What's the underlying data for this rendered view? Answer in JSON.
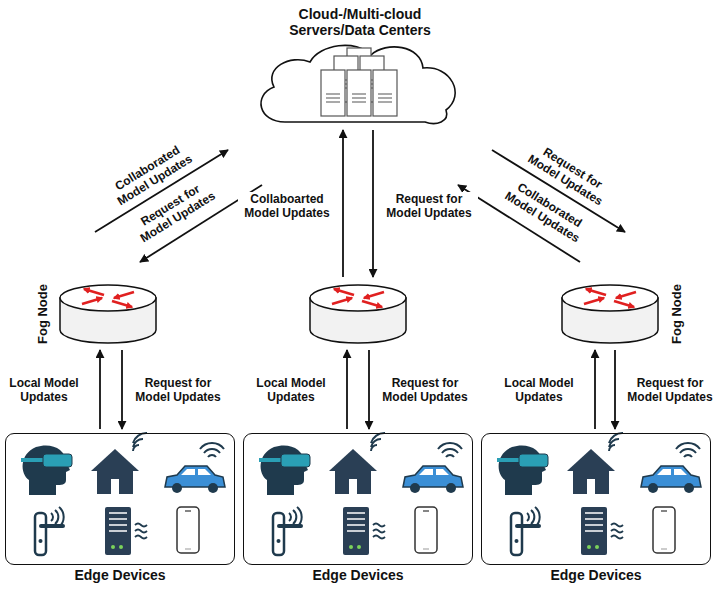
{
  "diagram": {
    "nodes": [
      {
        "text": [
          "Cloud-/Multi-cloud Servers/Data Centers"
        ]
      },
      {
        "text": [
          "Fog Node"
        ]
      },
      {
        "text": []
      },
      {
        "text": [
          "Fog Node"
        ]
      },
      {
        "text": [
          "Edge Devices"
        ]
      },
      {
        "text": [
          "Edge Devices"
        ]
      },
      {
        "text": [
          "Edge Devices"
        ]
      }
    ],
    "edges": [
      {
        "from": 1,
        "to": 0,
        "label": "Collaborated Model Updates",
        "arrow": "to"
      },
      {
        "from": 0,
        "to": 1,
        "label": "Request for Model Updates",
        "arrow": "to"
      },
      {
        "from": 2,
        "to": 0,
        "label": "Collaboarted Model Updates",
        "arrow": "to"
      },
      {
        "from": 0,
        "to": 2,
        "label": "Request for Model Updates",
        "arrow": "to"
      },
      {
        "from": 0,
        "to": 3,
        "label": "Request for Model Updates",
        "arrow": "to"
      },
      {
        "from": 3,
        "to": 0,
        "label": "Collaborated Model Updates",
        "arrow": "to"
      },
      {
        "from": 4,
        "to": 1,
        "label": "Local Model Updates",
        "arrow": "to"
      },
      {
        "from": 1,
        "to": 4,
        "label": "Request for Model Updates",
        "arrow": "to"
      },
      {
        "from": 5,
        "to": 2,
        "label": "Local Model Updates",
        "arrow": "to"
      },
      {
        "from": 2,
        "to": 5,
        "label": "Request for Model Updates",
        "arrow": "to"
      },
      {
        "from": 6,
        "to": 3,
        "label": "Local Model Updates",
        "arrow": "to"
      },
      {
        "from": 3,
        "to": 6,
        "label": "Request for Model Updates",
        "arrow": "to"
      }
    ]
  }
}
